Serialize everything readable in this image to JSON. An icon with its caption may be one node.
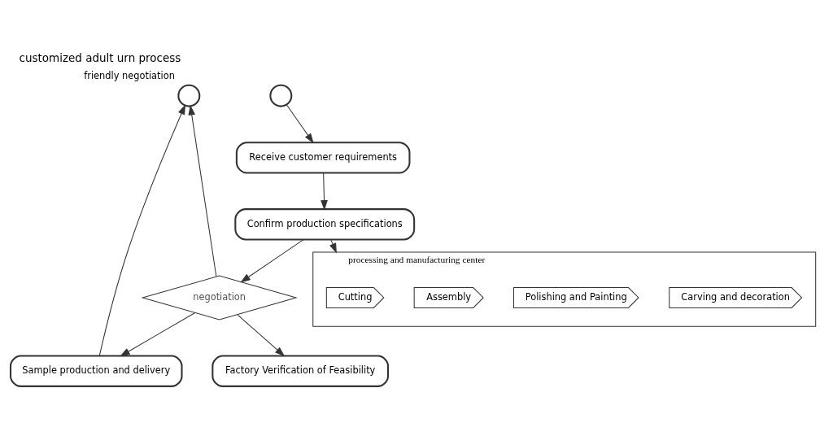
{
  "diagram": {
    "title": "customized adult urn process",
    "nodes": [
      {
        "text": [],
        "shape": "person",
        "beside": [
          "friendly negotiation"
        ]
      },
      {
        "text": [],
        "shape": "person"
      },
      {
        "text": [
          "Receive customer requirements"
        ]
      },
      {
        "text": [
          "Confirm production specifications"
        ]
      },
      {
        "text": [
          "negotiation"
        ]
      },
      {
        "text": [
          "Sample production and delivery"
        ]
      },
      {
        "text": [
          "Factory Verification of Feasibility"
        ]
      },
      {
        "text": [
          "processing and manufacturing center"
        ]
      },
      {
        "text": [
          "Cutting"
        ],
        "in": 7
      },
      {
        "text": [
          "Assembly"
        ],
        "in": 7
      },
      {
        "text": [
          "Polishing and Painting"
        ],
        "in": 7
      },
      {
        "text": [
          "Carving and decoration"
        ],
        "in": 7
      }
    ],
    "edges": [
      {
        "from": 1,
        "to": 2,
        "arrow": "to"
      },
      {
        "from": 2,
        "to": 3,
        "arrow": "to"
      },
      {
        "from": 3,
        "to": 4,
        "arrow": "to"
      },
      {
        "from": 4,
        "to": 0,
        "arrow": "to"
      },
      {
        "from": 4,
        "to": 5,
        "arrow": "to"
      },
      {
        "from": 4,
        "to": 6,
        "arrow": "to"
      },
      {
        "from": 5,
        "to": 0,
        "arrow": "to"
      },
      {
        "from": 3,
        "to": 7,
        "arrow": "to"
      }
    ]
  }
}
